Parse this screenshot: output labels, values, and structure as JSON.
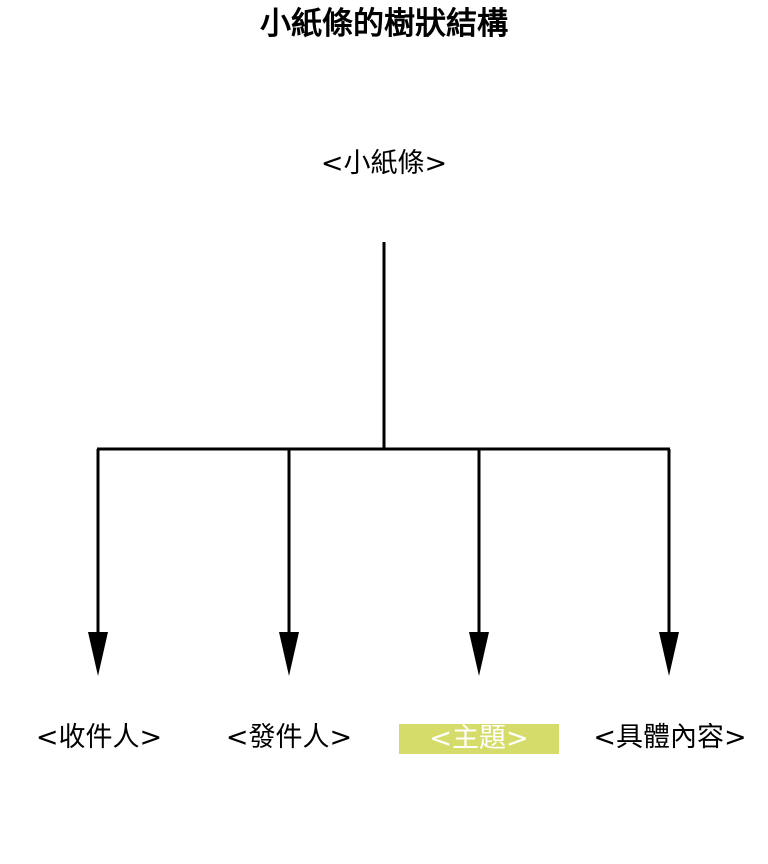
{
  "title": "小紙條的樹狀結構",
  "root": {
    "label": "<小紙條>"
  },
  "children": [
    {
      "label": "<收件人>",
      "highlighted": false
    },
    {
      "label": "<發件人>",
      "highlighted": false
    },
    {
      "label": "<主題>",
      "highlighted": true
    },
    {
      "label": "<具體內容>",
      "highlighted": false
    }
  ],
  "colors": {
    "line": "#000000",
    "highlight": "#d6dc6a",
    "highlight_text": "#ffffff",
    "text": "#000000",
    "background": "#ffffff"
  }
}
